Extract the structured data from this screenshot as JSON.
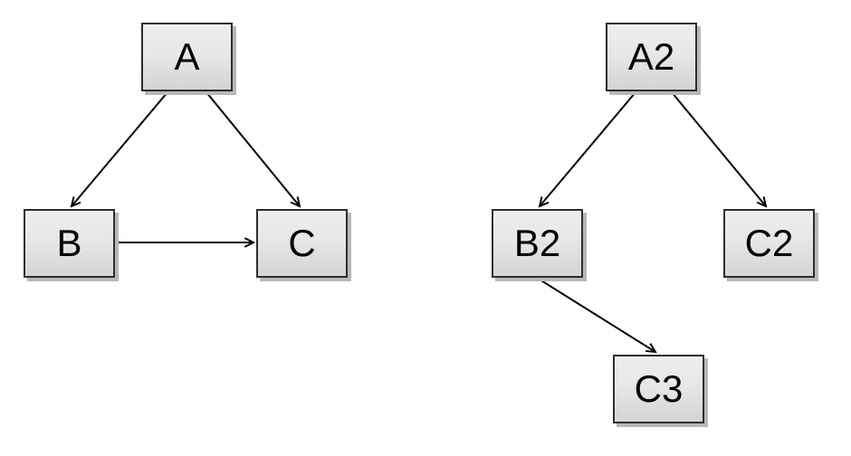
{
  "colors": {
    "background": "#ffffff",
    "node_fill_top": "#eeeeee",
    "node_fill_bottom": "#d4d4d4",
    "node_border": "#2e2e2e",
    "node_shadow": "#b8b8b8",
    "edge": "#000000",
    "text": "#000000"
  },
  "diagrams": [
    {
      "name": "left-graph",
      "nodes": [
        {
          "id": "A",
          "label": "A"
        },
        {
          "id": "B",
          "label": "B"
        },
        {
          "id": "C",
          "label": "C"
        }
      ],
      "edges": [
        {
          "from": "A",
          "to": "B"
        },
        {
          "from": "A",
          "to": "C"
        },
        {
          "from": "B",
          "to": "C"
        }
      ]
    },
    {
      "name": "right-graph",
      "nodes": [
        {
          "id": "A2",
          "label": "A2"
        },
        {
          "id": "B2",
          "label": "B2"
        },
        {
          "id": "C2",
          "label": "C2"
        },
        {
          "id": "C3",
          "label": "C3"
        }
      ],
      "edges": [
        {
          "from": "A2",
          "to": "B2"
        },
        {
          "from": "A2",
          "to": "C2"
        },
        {
          "from": "B2",
          "to": "C3"
        }
      ]
    }
  ]
}
